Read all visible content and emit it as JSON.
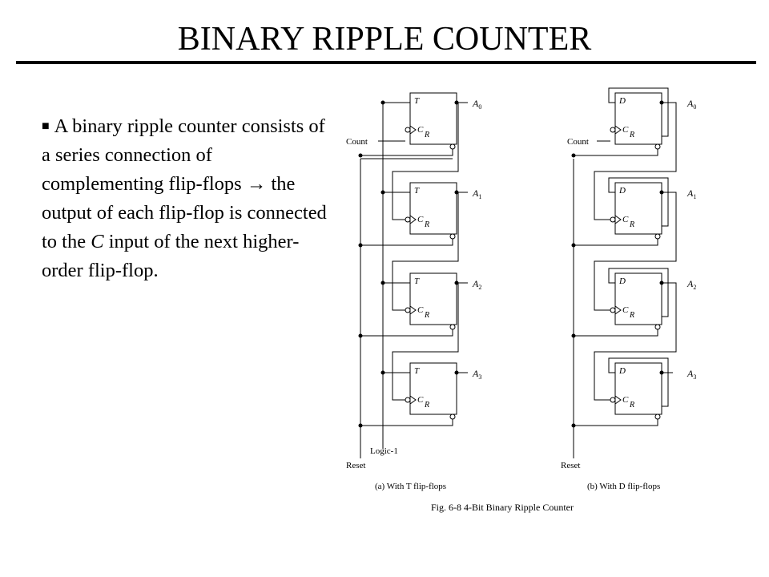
{
  "slide": {
    "title": "BINARY RIPPLE COUNTER",
    "bullet": {
      "part1": "A binary ripple counter consists of a series connection of complementing flip-flops",
      "arrow": "→",
      "part2": " the output of each flip-flop is connected to the ",
      "c_italic": "C",
      "part3": " input of the next higher-order flip-flop."
    }
  },
  "figure": {
    "caption": "Fig. 6-8  4-Bit Binary Ripple Counter",
    "left": {
      "sublabel": "(a) With T flip-flops",
      "count": "Count",
      "reset": "Reset",
      "logic1": "Logic-1",
      "input": "T",
      "clock": "C",
      "reset_pin": "R"
    },
    "right": {
      "sublabel": "(b) With D flip-flops",
      "count": "Count",
      "reset": "Reset",
      "input": "D",
      "clock": "C",
      "reset_pin": "R"
    },
    "outputs": [
      {
        "letter": "A",
        "sub": "0"
      },
      {
        "letter": "A",
        "sub": "1"
      },
      {
        "letter": "A",
        "sub": "2"
      },
      {
        "letter": "A",
        "sub": "3"
      }
    ]
  }
}
